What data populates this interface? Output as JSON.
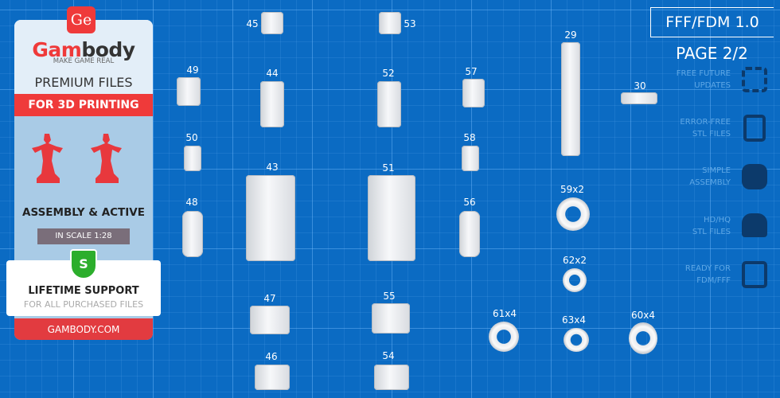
{
  "card": {
    "logo_mark": "Ge",
    "brand_red": "Gam",
    "brand_dark": "body",
    "tagline": "MAKE GAME REAL",
    "premium": "PREMIUM FILES",
    "for_3d": "FOR 3D PRINTING",
    "assembly": "ASSEMBLY & ACTIVE",
    "scale": "IN SCALE 1:28",
    "shield": "S",
    "lifetime": "LIFETIME SUPPORT",
    "purchased": "FOR ALL PURCHASED FILES",
    "website": "GAMBODY.COM"
  },
  "header": {
    "format": "FFF/FDM 1.0",
    "page": "PAGE 2/2"
  },
  "features": [
    {
      "l1": "FREE FUTURE",
      "l2": "UPDATES",
      "icon": "update-icon"
    },
    {
      "l1": "ERROR-FREE",
      "l2": "STL FILES",
      "icon": "file-check-icon"
    },
    {
      "l1": "SIMPLE",
      "l2": "ASSEMBLY",
      "icon": "puzzle-icon"
    },
    {
      "l1": "HD/HQ",
      "l2": "STL FILES",
      "icon": "person-icon"
    },
    {
      "l1": "READY FOR",
      "l2": "FDM/FFF",
      "icon": "printer-icon"
    }
  ],
  "parts": [
    "45",
    "53",
    "49",
    "44",
    "52",
    "57",
    "29",
    "30",
    "50",
    "58",
    "43",
    "51",
    "59x2",
    "48",
    "56",
    "62x2",
    "47",
    "55",
    "61x4",
    "63x4",
    "60x4",
    "46",
    "54"
  ],
  "colors": {
    "background": "#0b6bc3",
    "accent": "#ef3a3a",
    "shield": "#2cae2c"
  }
}
